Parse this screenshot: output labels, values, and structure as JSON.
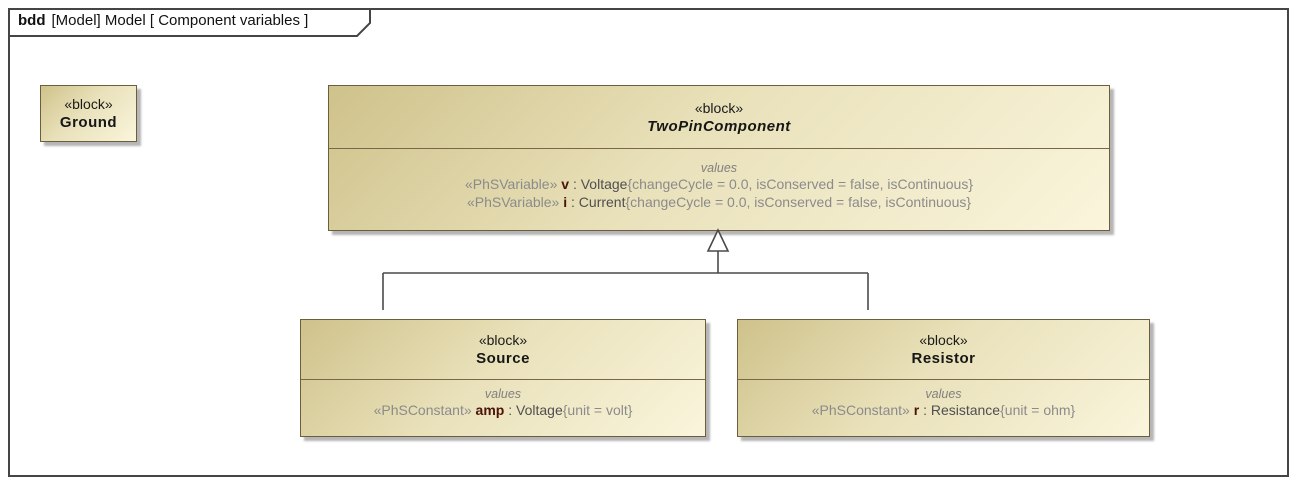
{
  "frame": {
    "kind": "bdd",
    "title": "[Model] Model [ Component variables ]"
  },
  "blocks": {
    "ground": {
      "stereotype": "«block»",
      "name": "Ground"
    },
    "twoPin": {
      "stereotype": "«block»",
      "name": "TwoPinComponent",
      "compartment": "values",
      "values": [
        {
          "stereotype": "«PhSVariable»",
          "name": "v",
          "type": ": Voltage",
          "constraints": "{changeCycle = 0.0, isConserved = false, isContinuous}"
        },
        {
          "stereotype": "«PhSVariable»",
          "name": "i",
          "type": ": Current",
          "constraints": "{changeCycle = 0.0, isConserved = false, isContinuous}"
        }
      ]
    },
    "source": {
      "stereotype": "«block»",
      "name": "Source",
      "compartment": "values",
      "values": [
        {
          "stereotype": "«PhSConstant»",
          "name": "amp",
          "type": ": Voltage",
          "constraints": "{unit = volt}"
        }
      ]
    },
    "resistor": {
      "stereotype": "«block»",
      "name": "Resistor",
      "compartment": "values",
      "values": [
        {
          "stereotype": "«PhSConstant»",
          "name": "r",
          "type": ": Resistance",
          "constraints": "{unit = ohm}"
        }
      ]
    }
  },
  "relationships": [
    {
      "type": "generalization",
      "from": "Source",
      "to": "TwoPinComponent"
    },
    {
      "type": "generalization",
      "from": "Resistor",
      "to": "TwoPinComponent"
    }
  ],
  "colors": {
    "block_fill_dark": "#cfc28b",
    "block_fill_light": "#faf5dc",
    "block_border": "#6b5d3d",
    "frame_border": "#454545",
    "connector": "#4a4a4a",
    "stereotype_text": "#8b8b8b",
    "value_name_text": "#4a1408",
    "shadow": "#9a9a9a"
  }
}
